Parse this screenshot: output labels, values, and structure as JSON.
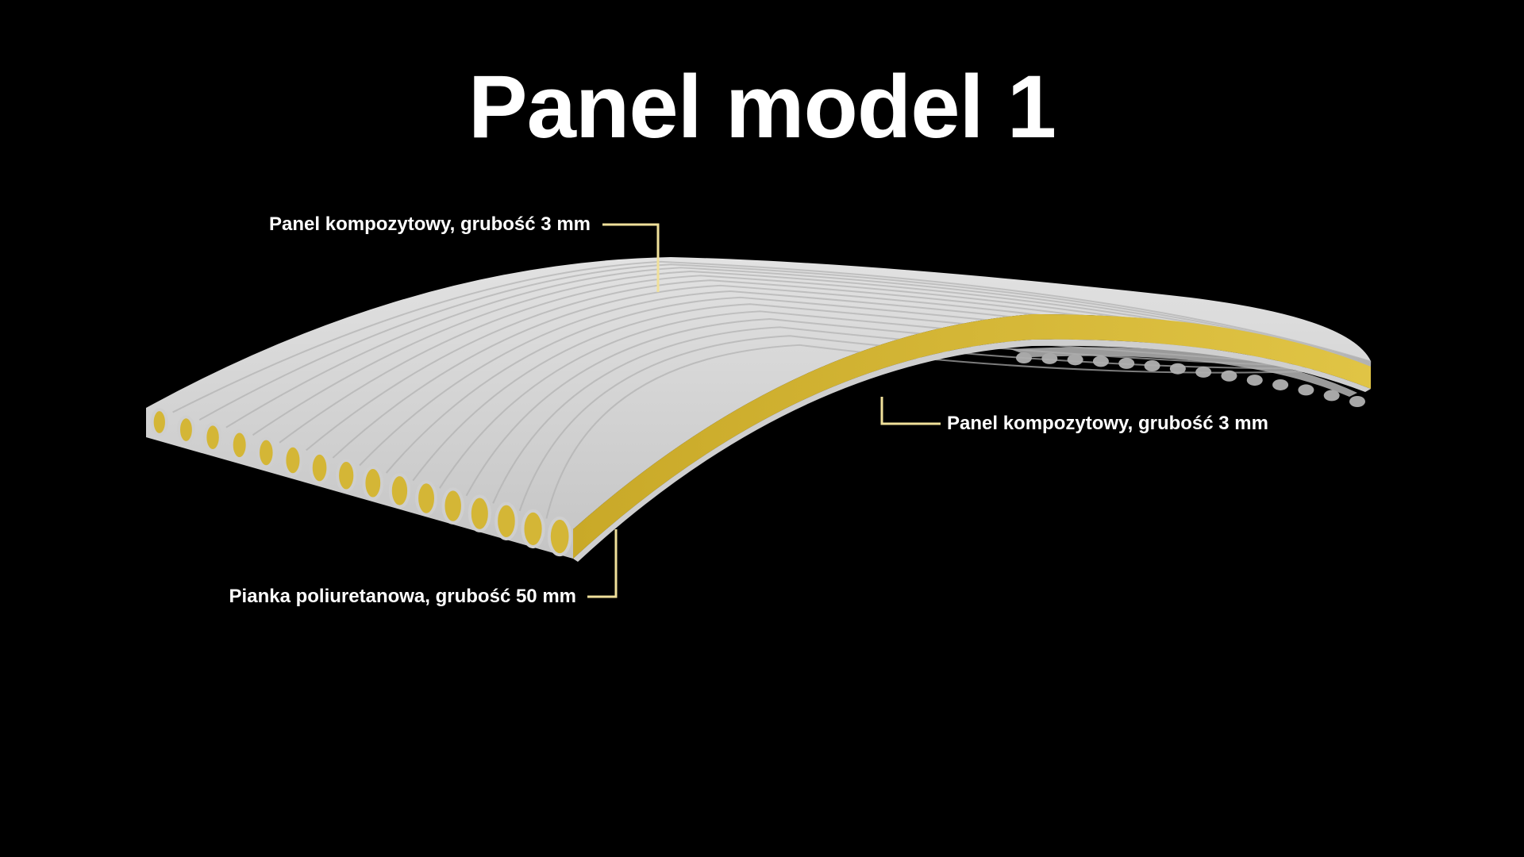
{
  "title": "Panel model 1",
  "labels": {
    "top_skin": "Panel kompozytowy, grubość 3 mm",
    "bottom_skin": "Panel kompozytowy, grubość 3 mm",
    "core": "Pianka poliuretanowa, grubość 50 mm"
  },
  "colors": {
    "background": "#000000",
    "leader": "#f0e09a",
    "skin": "#d6d6d6",
    "foam": "#d4b636"
  }
}
